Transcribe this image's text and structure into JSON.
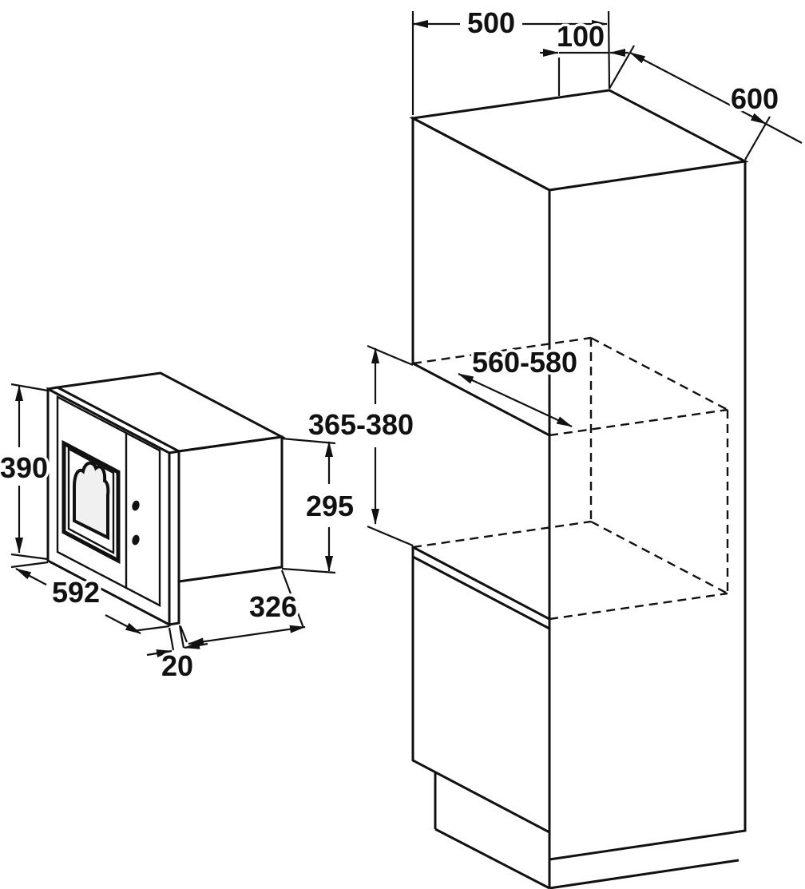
{
  "drawing": {
    "line_color": "#111111",
    "background": "#ffffff",
    "labels": {
      "mw_height": "390",
      "mw_width": "592",
      "mw_frame_depth": "20",
      "mw_body_depth": "326",
      "mw_body_height": "295",
      "cab_depth": "500",
      "cab_back_offset": "100",
      "cab_width": "600",
      "niche_height": "365-380",
      "niche_width": "560-580"
    }
  }
}
